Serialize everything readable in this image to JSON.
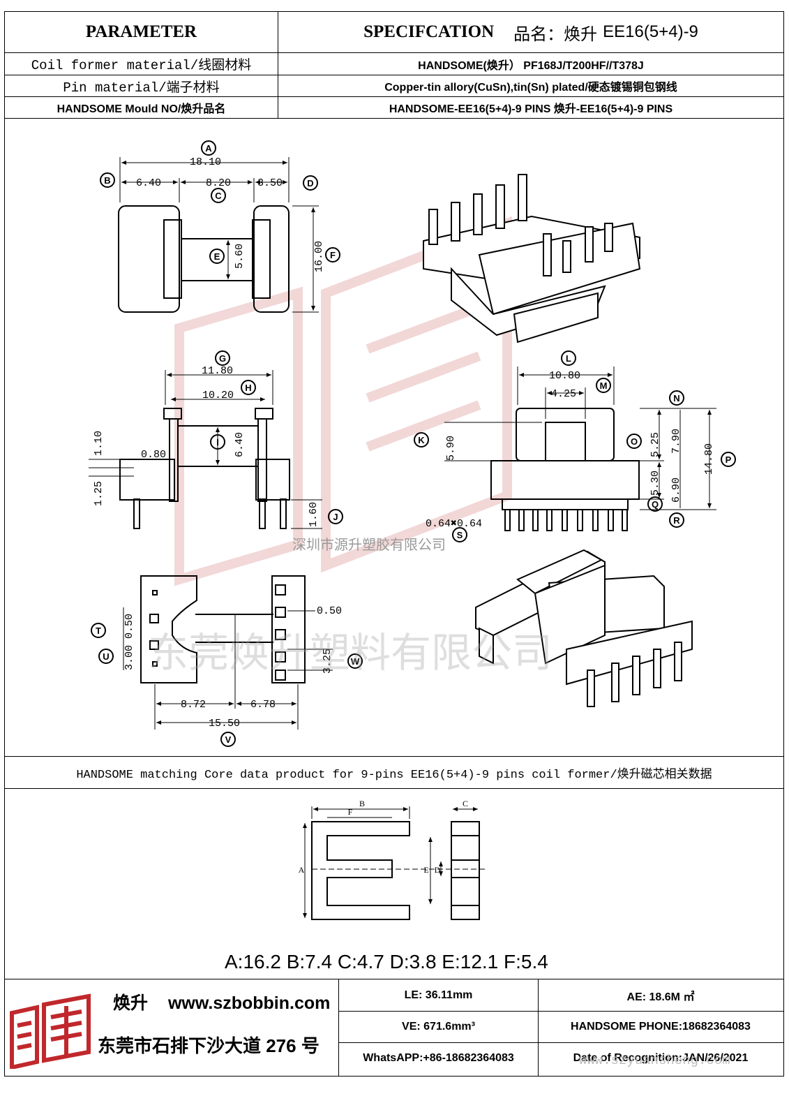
{
  "header": {
    "parameter": "PARAMETER",
    "specification": "SPECIFCATION",
    "product_name_label": "品名：焕升",
    "product_name_model": "EE16(5+4)-9"
  },
  "rows": [
    {
      "label": "Coil former material/线圈材料",
      "value": "HANDSOME(焕升）  PF168J/T200HF//T378J"
    },
    {
      "label": "Pin material/端子材料",
      "value": "Copper-tin allory(CuSn),tin(Sn) plated/硬态镀锡铜包钢线"
    },
    {
      "label": "HANDSOME Mould NO/焕升品名",
      "value": "HANDSOME-EE16(5+4)-9 PINS     焕升-EE16(5+4)-9 PINS"
    }
  ],
  "drawing": {
    "top_view": {
      "A": "18.10",
      "B_left": "6.40",
      "C": "8.20",
      "D": "3.50",
      "E": "5.60",
      "F": "16.00",
      "labels": [
        "A",
        "B",
        "C",
        "D",
        "E",
        "F"
      ]
    },
    "side_view": {
      "G": "11.80",
      "H": "10.20",
      "I": "6.40",
      "dim_110": "1.10",
      "dim_080": "0.80",
      "dim_125": "1.25",
      "J": "1.60",
      "labels": [
        "G",
        "H",
        "I",
        "J"
      ]
    },
    "front_view": {
      "L": "10.80",
      "M": "4.25",
      "K": "5.90",
      "O": "5.25",
      "Q": "5.30",
      "N": "7.90",
      "R": "6.90",
      "P": "14.80",
      "S": "0.64✖0.64",
      "labels": [
        "K",
        "L",
        "M",
        "N",
        "O",
        "P",
        "Q",
        "R",
        "S"
      ]
    },
    "bottom_view": {
      "T": "0.50",
      "U": "3.00",
      "pin_050": "0.50",
      "W": "3.25",
      "dim_872": "8.72",
      "dim_678": "6.78",
      "V": "15.50",
      "labels": [
        "T",
        "U",
        "V",
        "W"
      ]
    },
    "company_small": "深圳市源升塑胶有限公司",
    "watermark_big": "东莞焕升塑料有限公司"
  },
  "core_section": {
    "title": "HANDSOME matching Core data  product for 9-pins EE16(5+4)-9 pins coil former/焕升磁芯相关数据",
    "core_labels": [
      "A",
      "B",
      "C",
      "D",
      "E",
      "F"
    ],
    "core_values": "A:16.2 B:7.4 C:4.7 D:3.8 E:12.1 F:5.4"
  },
  "footer": {
    "brand": "焕升",
    "website": "www.szbobbin.com",
    "address": "东莞市石排下沙大道 276 号",
    "le": "LE:    36.11mm",
    "ae": "AE: 18.6M ㎡",
    "ve": "VE:    671.6mm³",
    "phone": "HANDSOME PHONE:18682364083",
    "whatsapp": "WhatsAPP:+86-18682364083",
    "date": "Date of Recognition:JAN/26/2021",
    "watermark_url": "www.szyuansheng.com"
  },
  "colors": {
    "logo_red": "#c0282c",
    "line": "#000000",
    "watermark": "#e8b8b8"
  }
}
